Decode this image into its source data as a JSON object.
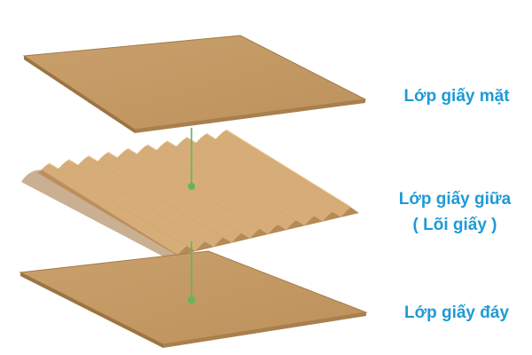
{
  "labels": {
    "top": "Lớp giấy mặt",
    "middle_line1": "Lớp giấy giữa",
    "middle_line2": "( Lõi giấy )",
    "bottom": "Lớp giấy đáy"
  },
  "colors": {
    "label_text": "#1e9ad6",
    "arrow": "#5cb85c",
    "sheet_fill": "#c49a66",
    "sheet_edge": "#9c7443",
    "flute_light": "#d6ad78",
    "flute_dark": "#8f6638"
  }
}
